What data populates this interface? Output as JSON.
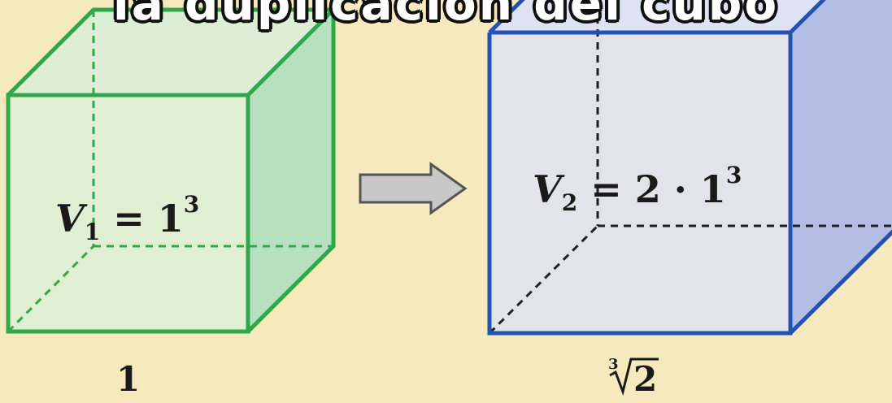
{
  "title": "la duplicación del cubo",
  "bottom_caption": "",
  "colors": {
    "background": "#f6e9bd",
    "cube1_stroke": "#2fa84a",
    "cube1_fill": "#dcefd6",
    "cube1_side": "#b7e0c0",
    "cube2_stroke": "#2353b0",
    "cube2_fill": "#dfe2f3",
    "cube2_side": "#b4bde3",
    "arrow_fill": "#c8c8c8",
    "arrow_stroke": "#555555"
  },
  "cube1": {
    "volume_var": "V",
    "volume_sub": "1",
    "volume_eq": " = 1",
    "volume_exp": "3",
    "edge_label": "1"
  },
  "cube2": {
    "volume_var": "V",
    "volume_sub": "2",
    "volume_eq": " = 2 · 1",
    "volume_exp": "3",
    "edge_index": "3",
    "edge_radicand": "2"
  },
  "arrow_icon": "right-arrow-icon"
}
